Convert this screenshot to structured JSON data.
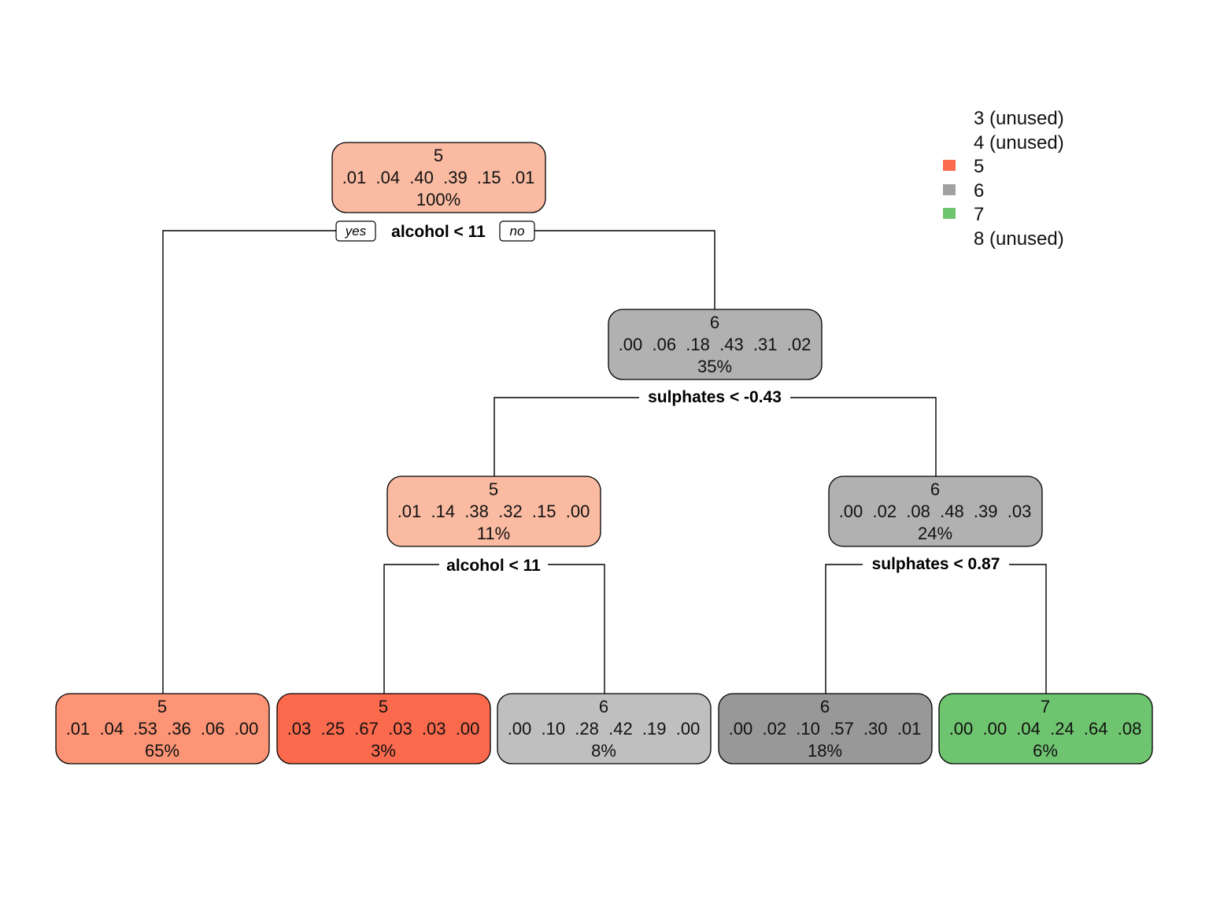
{
  "tree": {
    "yes_label": "yes",
    "no_label": "no",
    "nodes": [
      {
        "id": "n1",
        "class": "5",
        "probs": ".01  .04  .40  .39  .15  .01",
        "pct": "100%",
        "color": "#fbbba2"
      },
      {
        "id": "n3",
        "class": "6",
        "probs": ".00  .06  .18  .43  .31  .02",
        "pct": "35%",
        "color": "#b1b1b1"
      },
      {
        "id": "n6",
        "class": "5",
        "probs": ".01  .14  .38  .32  .15  .00",
        "pct": "11%",
        "color": "#fbbba2"
      },
      {
        "id": "n7",
        "class": "6",
        "probs": ".00  .02  .08  .48  .39  .03",
        "pct": "24%",
        "color": "#b1b1b1"
      },
      {
        "id": "n2",
        "class": "5",
        "probs": ".01  .04  .53  .36  .06  .00",
        "pct": "65%",
        "color": "#fc9475"
      },
      {
        "id": "n12",
        "class": "5",
        "probs": ".03  .25  .67  .03  .03  .00",
        "pct": "3%",
        "color": "#fc6a4e"
      },
      {
        "id": "n13",
        "class": "6",
        "probs": ".00  .10  .28  .42  .19  .00",
        "pct": "8%",
        "color": "#bfbfbf"
      },
      {
        "id": "n14",
        "class": "6",
        "probs": ".00  .02  .10  .57  .30  .01",
        "pct": "18%",
        "color": "#989898"
      },
      {
        "id": "n15",
        "class": "7",
        "probs": ".00  .00  .04  .24  .64  .08",
        "pct": "6%",
        "color": "#6fc470"
      }
    ],
    "splits": [
      {
        "id": "s1",
        "label": "alcohol < 11"
      },
      {
        "id": "s3",
        "label": "sulphates < -0.43"
      },
      {
        "id": "s6",
        "label": "alcohol < 11"
      },
      {
        "id": "s7",
        "label": "sulphates < 0.87"
      }
    ]
  },
  "legend": {
    "items": [
      {
        "label": "3 (unused)",
        "color": ""
      },
      {
        "label": "4 (unused)",
        "color": ""
      },
      {
        "label": "5",
        "color": "#fc6a4e"
      },
      {
        "label": "6",
        "color": "#a1a1a1"
      },
      {
        "label": "7",
        "color": "#6fc470"
      },
      {
        "label": "8 (unused)",
        "color": ""
      }
    ]
  }
}
